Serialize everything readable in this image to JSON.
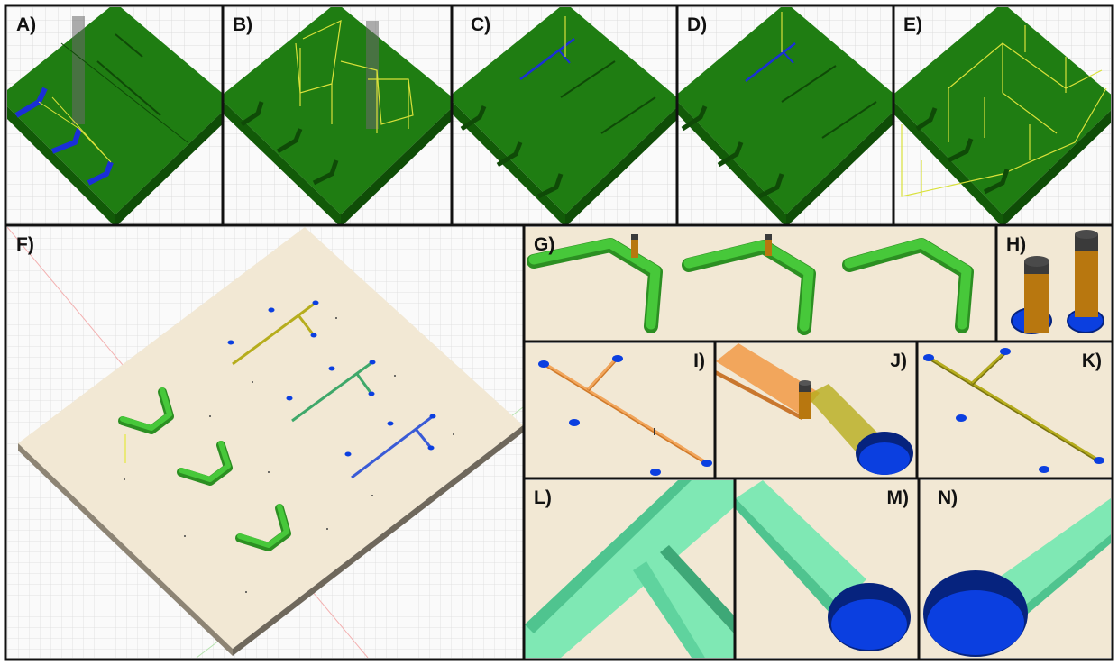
{
  "figure": {
    "panels": [
      {
        "id": "A",
        "label": "A)"
      },
      {
        "id": "B",
        "label": "B)"
      },
      {
        "id": "C",
        "label": "C)"
      },
      {
        "id": "D",
        "label": "D)"
      },
      {
        "id": "E",
        "label": "E)"
      },
      {
        "id": "F",
        "label": "F)"
      },
      {
        "id": "G",
        "label": "G)"
      },
      {
        "id": "H",
        "label": "H)"
      },
      {
        "id": "I",
        "label": "I)"
      },
      {
        "id": "J",
        "label": "J)"
      },
      {
        "id": "K",
        "label": "K)"
      },
      {
        "id": "L",
        "label": "L)"
      },
      {
        "id": "M",
        "label": "M)"
      },
      {
        "id": "N",
        "label": "N)"
      }
    ]
  },
  "colors": {
    "board_green": "#1f7d12",
    "board_green_dark": "#125a08",
    "board_beige": "#f2e8d4",
    "board_edge": "#8d8474",
    "channel_green": "#47c83a",
    "channel_mint": "#7fe8b4",
    "well_blue": "#0b3fe0",
    "pin_brown": "#b8770f",
    "toolpath_yellow": "#d9e13a",
    "orange_channel": "#f2a65c",
    "olive_channel": "#b6ad1d",
    "grid_line": "#dcdcdc"
  }
}
